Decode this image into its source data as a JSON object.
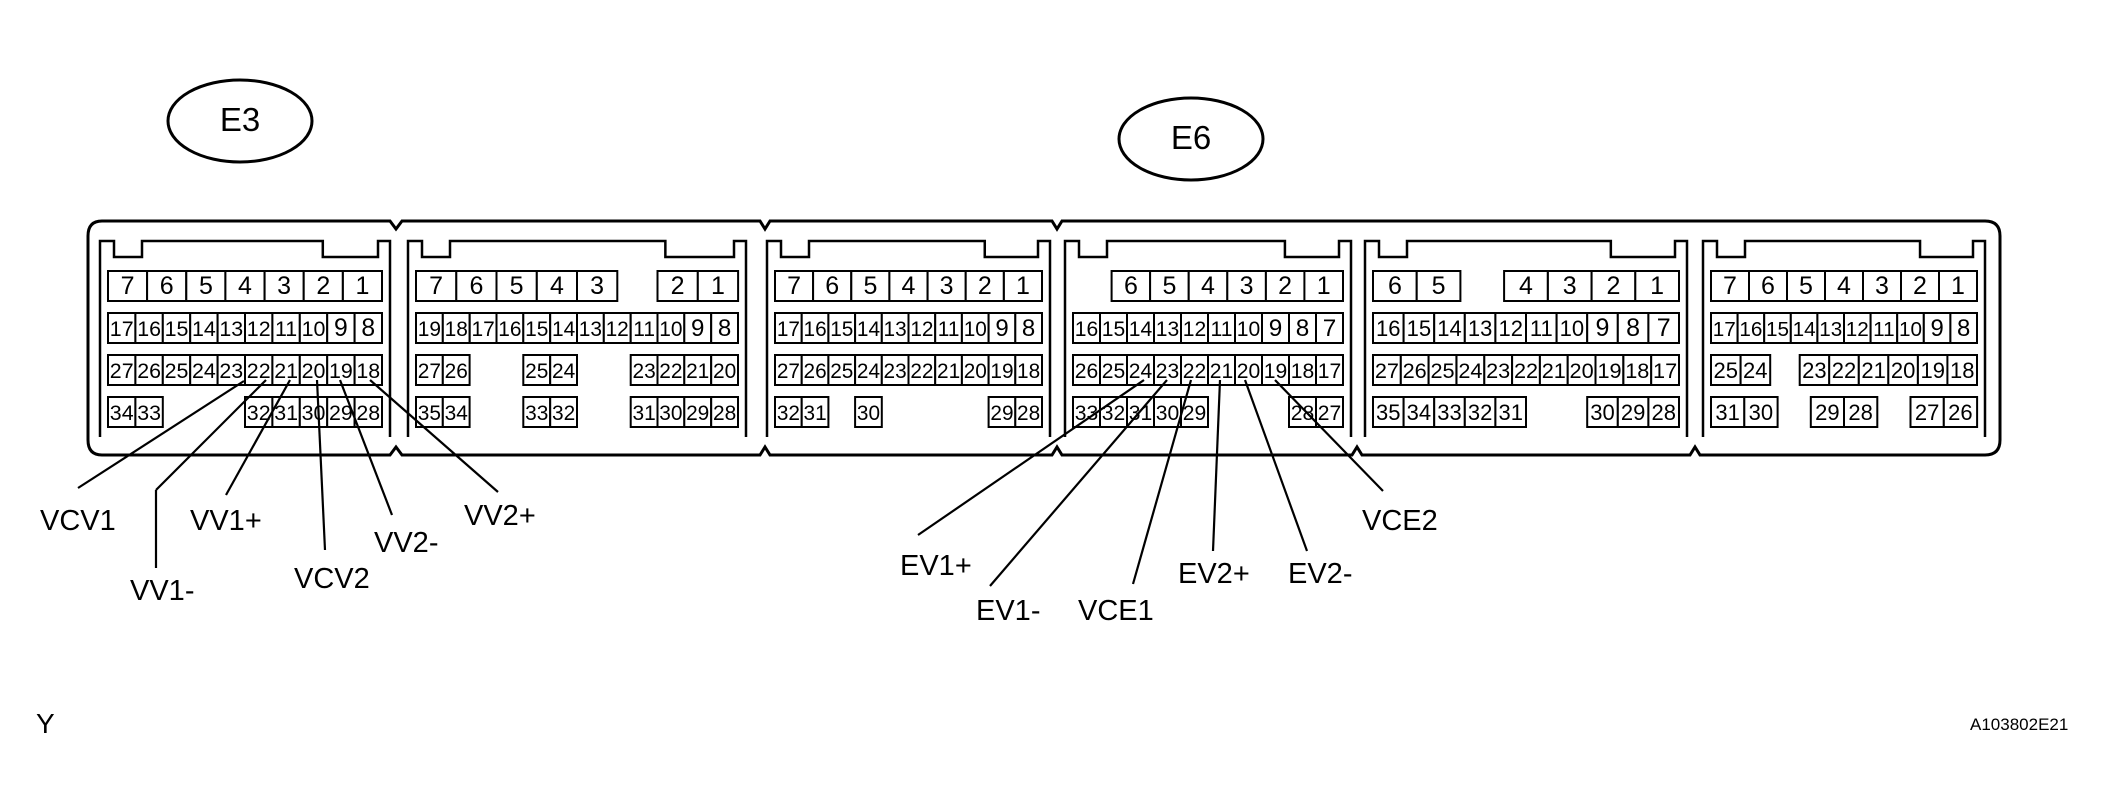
{
  "connectors": {
    "e3": "E3",
    "e6": "E6"
  },
  "blocks": [
    {
      "rows": [
        [
          "7",
          "6",
          "5",
          "4",
          "3",
          "2",
          "1"
        ],
        [
          "17",
          "16",
          "15",
          "14",
          "13",
          "12",
          "11",
          "10",
          "9",
          "8"
        ],
        [
          "27",
          "26",
          "25",
          "24",
          "23",
          "22",
          "21",
          "20",
          "19",
          "18"
        ],
        [
          "34",
          "33",
          "",
          "",
          "",
          "32",
          "31",
          "30",
          "29",
          "28"
        ]
      ]
    },
    {
      "rows": [
        [
          "7",
          "6",
          "5",
          "4",
          "3",
          "",
          "2",
          "1"
        ],
        [
          "19",
          "18",
          "17",
          "16",
          "15",
          "14",
          "13",
          "12",
          "11",
          "10",
          "9",
          "8"
        ],
        [
          "27",
          "26",
          "",
          "",
          "25",
          "24",
          "",
          "",
          "23",
          "22",
          "21",
          "20"
        ],
        [
          "35",
          "34",
          "",
          "",
          "33",
          "32",
          "",
          "",
          "31",
          "30",
          "29",
          "28"
        ]
      ]
    },
    {
      "rows": [
        [
          "7",
          "6",
          "5",
          "4",
          "3",
          "2",
          "1"
        ],
        [
          "17",
          "16",
          "15",
          "14",
          "13",
          "12",
          "11",
          "10",
          "9",
          "8"
        ],
        [
          "27",
          "26",
          "25",
          "24",
          "23",
          "22",
          "21",
          "20",
          "19",
          "18"
        ],
        [
          "32",
          "31",
          "",
          "30",
          "",
          "",
          "",
          "",
          "29",
          "28"
        ]
      ]
    },
    {
      "rows": [
        [
          "",
          "6",
          "5",
          "4",
          "3",
          "2",
          "1"
        ],
        [
          "16",
          "15",
          "14",
          "13",
          "12",
          "11",
          "10",
          "9",
          "8",
          "7"
        ],
        [
          "26",
          "25",
          "24",
          "23",
          "22",
          "21",
          "20",
          "19",
          "18",
          "17"
        ],
        [
          "33",
          "32",
          "31",
          "30",
          "29",
          "",
          "",
          "",
          "28",
          "27"
        ]
      ]
    },
    {
      "rows": [
        [
          "6",
          "5",
          "",
          "4",
          "3",
          "2",
          "1"
        ],
        [
          "16",
          "15",
          "14",
          "13",
          "12",
          "11",
          "10",
          "9",
          "8",
          "7"
        ],
        [
          "27",
          "26",
          "25",
          "24",
          "23",
          "22",
          "21",
          "20",
          "19",
          "18",
          "17"
        ],
        [
          "35",
          "34",
          "33",
          "32",
          "31",
          "",
          "",
          "30",
          "29",
          "28"
        ]
      ]
    },
    {
      "rows": [
        [
          "7",
          "6",
          "5",
          "4",
          "3",
          "2",
          "1"
        ],
        [
          "17",
          "16",
          "15",
          "14",
          "13",
          "12",
          "11",
          "10",
          "9",
          "8"
        ],
        [
          "25",
          "24",
          "",
          "23",
          "22",
          "21",
          "20",
          "19",
          "18"
        ],
        [
          "31",
          "30",
          "",
          "29",
          "28",
          "",
          "27",
          "26"
        ]
      ]
    }
  ],
  "callouts": {
    "vcv1": "VCV1",
    "vv1_minus": "VV1-",
    "vv1_plus": "VV1+",
    "vcv2": "VCV2",
    "vv2_minus": "VV2-",
    "vv2_plus": "VV2+",
    "ev1_plus": "EV1+",
    "ev1_minus": "EV1-",
    "vce1": "VCE1",
    "ev2_plus": "EV2+",
    "ev2_minus": "EV2-",
    "vce2": "VCE2"
  },
  "footer": {
    "left": "Y",
    "right": "A103802E21"
  }
}
